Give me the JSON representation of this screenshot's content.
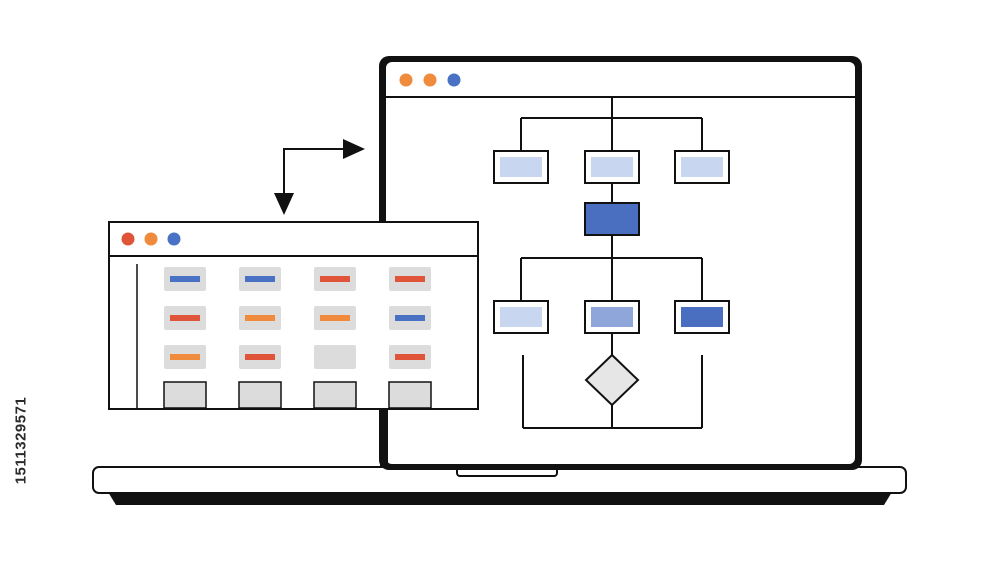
{
  "side_id": "1511329571",
  "colors": {
    "outline": "#111111",
    "dot_red": "#e0553a",
    "dot_orange": "#f08a3c",
    "dot_blue": "#4a72c4",
    "node_fill_light": "#c9d6ef",
    "node_fill_mid": "#8fa6db",
    "node_fill_dark": "#4a6fc0",
    "cell_gray": "#dcdcdc",
    "bar_red": "#e0553a",
    "bar_orange": "#f08a3c",
    "bar_blue": "#4a72c4",
    "diamond_fill": "#e6e6e6"
  },
  "laptop": {
    "window_dots": [
      "dot_orange",
      "dot_orange",
      "dot_blue"
    ]
  },
  "flowchart": {
    "top_row": [
      "node_fill_light",
      "node_fill_light",
      "node_fill_light"
    ],
    "center_node": "node_fill_dark",
    "bottom_row": [
      "node_fill_light",
      "node_fill_mid",
      "node_fill_dark"
    ],
    "decision_icon": "diamond-icon"
  },
  "spreadsheet": {
    "window_dots": [
      "dot_red",
      "dot_orange",
      "dot_blue"
    ],
    "rows": [
      [
        "bar_blue",
        "bar_blue",
        "bar_red",
        "bar_red"
      ],
      [
        "bar_red",
        "bar_orange",
        "bar_orange",
        "bar_blue"
      ],
      [
        "bar_orange",
        "bar_red",
        "none",
        "bar_red"
      ],
      [
        "empty",
        "empty",
        "empty",
        "empty"
      ]
    ]
  },
  "connector_arrows": [
    "arrow-right-icon",
    "arrow-down-icon"
  ]
}
